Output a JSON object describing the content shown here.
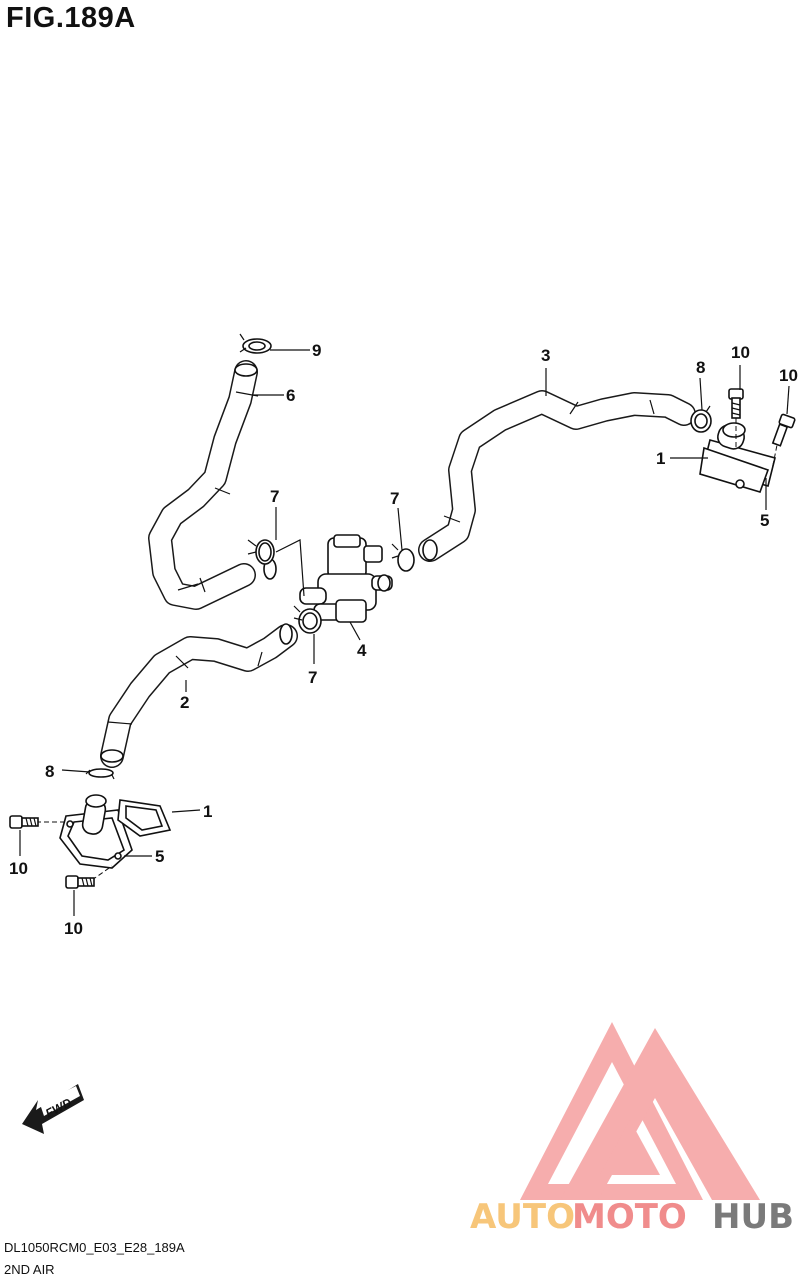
{
  "figure": {
    "title": "FIG.189A"
  },
  "callouts": {
    "c9": "9",
    "c6": "6",
    "c3": "3",
    "c8a": "8",
    "c10a": "10",
    "c10b": "10",
    "c1a": "1",
    "c5a": "5",
    "c7a": "7",
    "c7b": "7",
    "c7c": "7",
    "c4": "4",
    "c2": "2",
    "c8b": "8",
    "c1b": "1",
    "c5b": "5",
    "c10c": "10",
    "c10d": "10"
  },
  "fwd_label": "FWD",
  "watermark": {
    "part1": "AUTO",
    "part2": "MOTO",
    "part3": "HUB",
    "color1": "#f7c67a",
    "color2": "#f08c8c",
    "color3": "#7a7a7a"
  },
  "footer": {
    "code": "DL1050RCM0_E03_E28_189A",
    "caption": "2ND AIR"
  }
}
